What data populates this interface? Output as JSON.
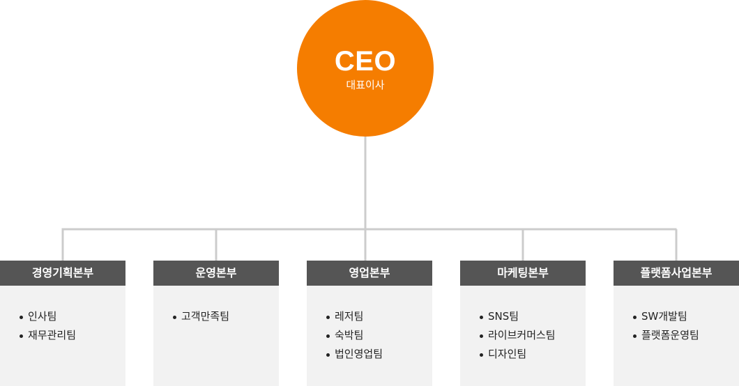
{
  "ceo": {
    "title": "CEO",
    "subtitle": "대표이사"
  },
  "departments": [
    {
      "name": "경영기획본부",
      "teams": [
        "인사팀",
        "재무관리팀"
      ]
    },
    {
      "name": "운영본부",
      "teams": [
        "고객만족팀"
      ]
    },
    {
      "name": "영업본부",
      "teams": [
        "레저팀",
        "숙박팀",
        "법인영업팀"
      ]
    },
    {
      "name": "마케팅본부",
      "teams": [
        "SNS팀",
        "라이브커머스팀",
        "디자인팀"
      ]
    },
    {
      "name": "플랫폼사업본부",
      "teams": [
        "SW개발팀",
        "플랫폼운영팀"
      ]
    }
  ],
  "colors": {
    "accent": "#f57d00",
    "header": "#555555",
    "box": "#f2f2f2",
    "line": "#cccccc"
  }
}
